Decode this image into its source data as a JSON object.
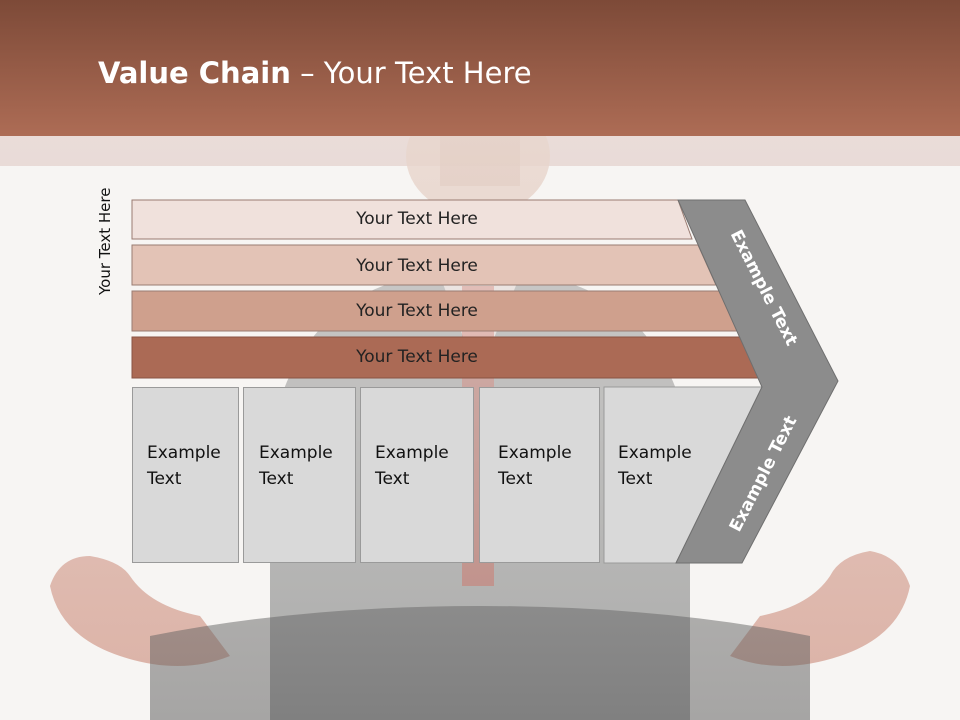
{
  "header": {
    "title_bold": "Value Chain",
    "title_rest": " – Your Text Here"
  },
  "side_label": "Your Text Here",
  "rows": [
    {
      "label": "Your Text Here",
      "color": "#f0e1dc"
    },
    {
      "label": "Your Text Here",
      "color": "#e3c3b6"
    },
    {
      "label": "Your Text Here",
      "color": "#cfa08d"
    },
    {
      "label": "Your Text Here",
      "color": "#ab6a55"
    }
  ],
  "columns": [
    {
      "line1": "Example",
      "line2": "Text"
    },
    {
      "line1": "Example",
      "line2": "Text"
    },
    {
      "line1": "Example",
      "line2": "Text"
    },
    {
      "line1": "Example",
      "line2": "Text"
    },
    {
      "line1": "Example",
      "line2": "Text"
    }
  ],
  "chevron": {
    "upper_label": "Example Text",
    "lower_label": "Example Text",
    "color": "#8c8c8c"
  },
  "colors": {
    "header_dark": "#7d4a38",
    "header_light": "#ad6c55",
    "band": "#dcc3be",
    "column_fill": "#d9d9d9"
  }
}
